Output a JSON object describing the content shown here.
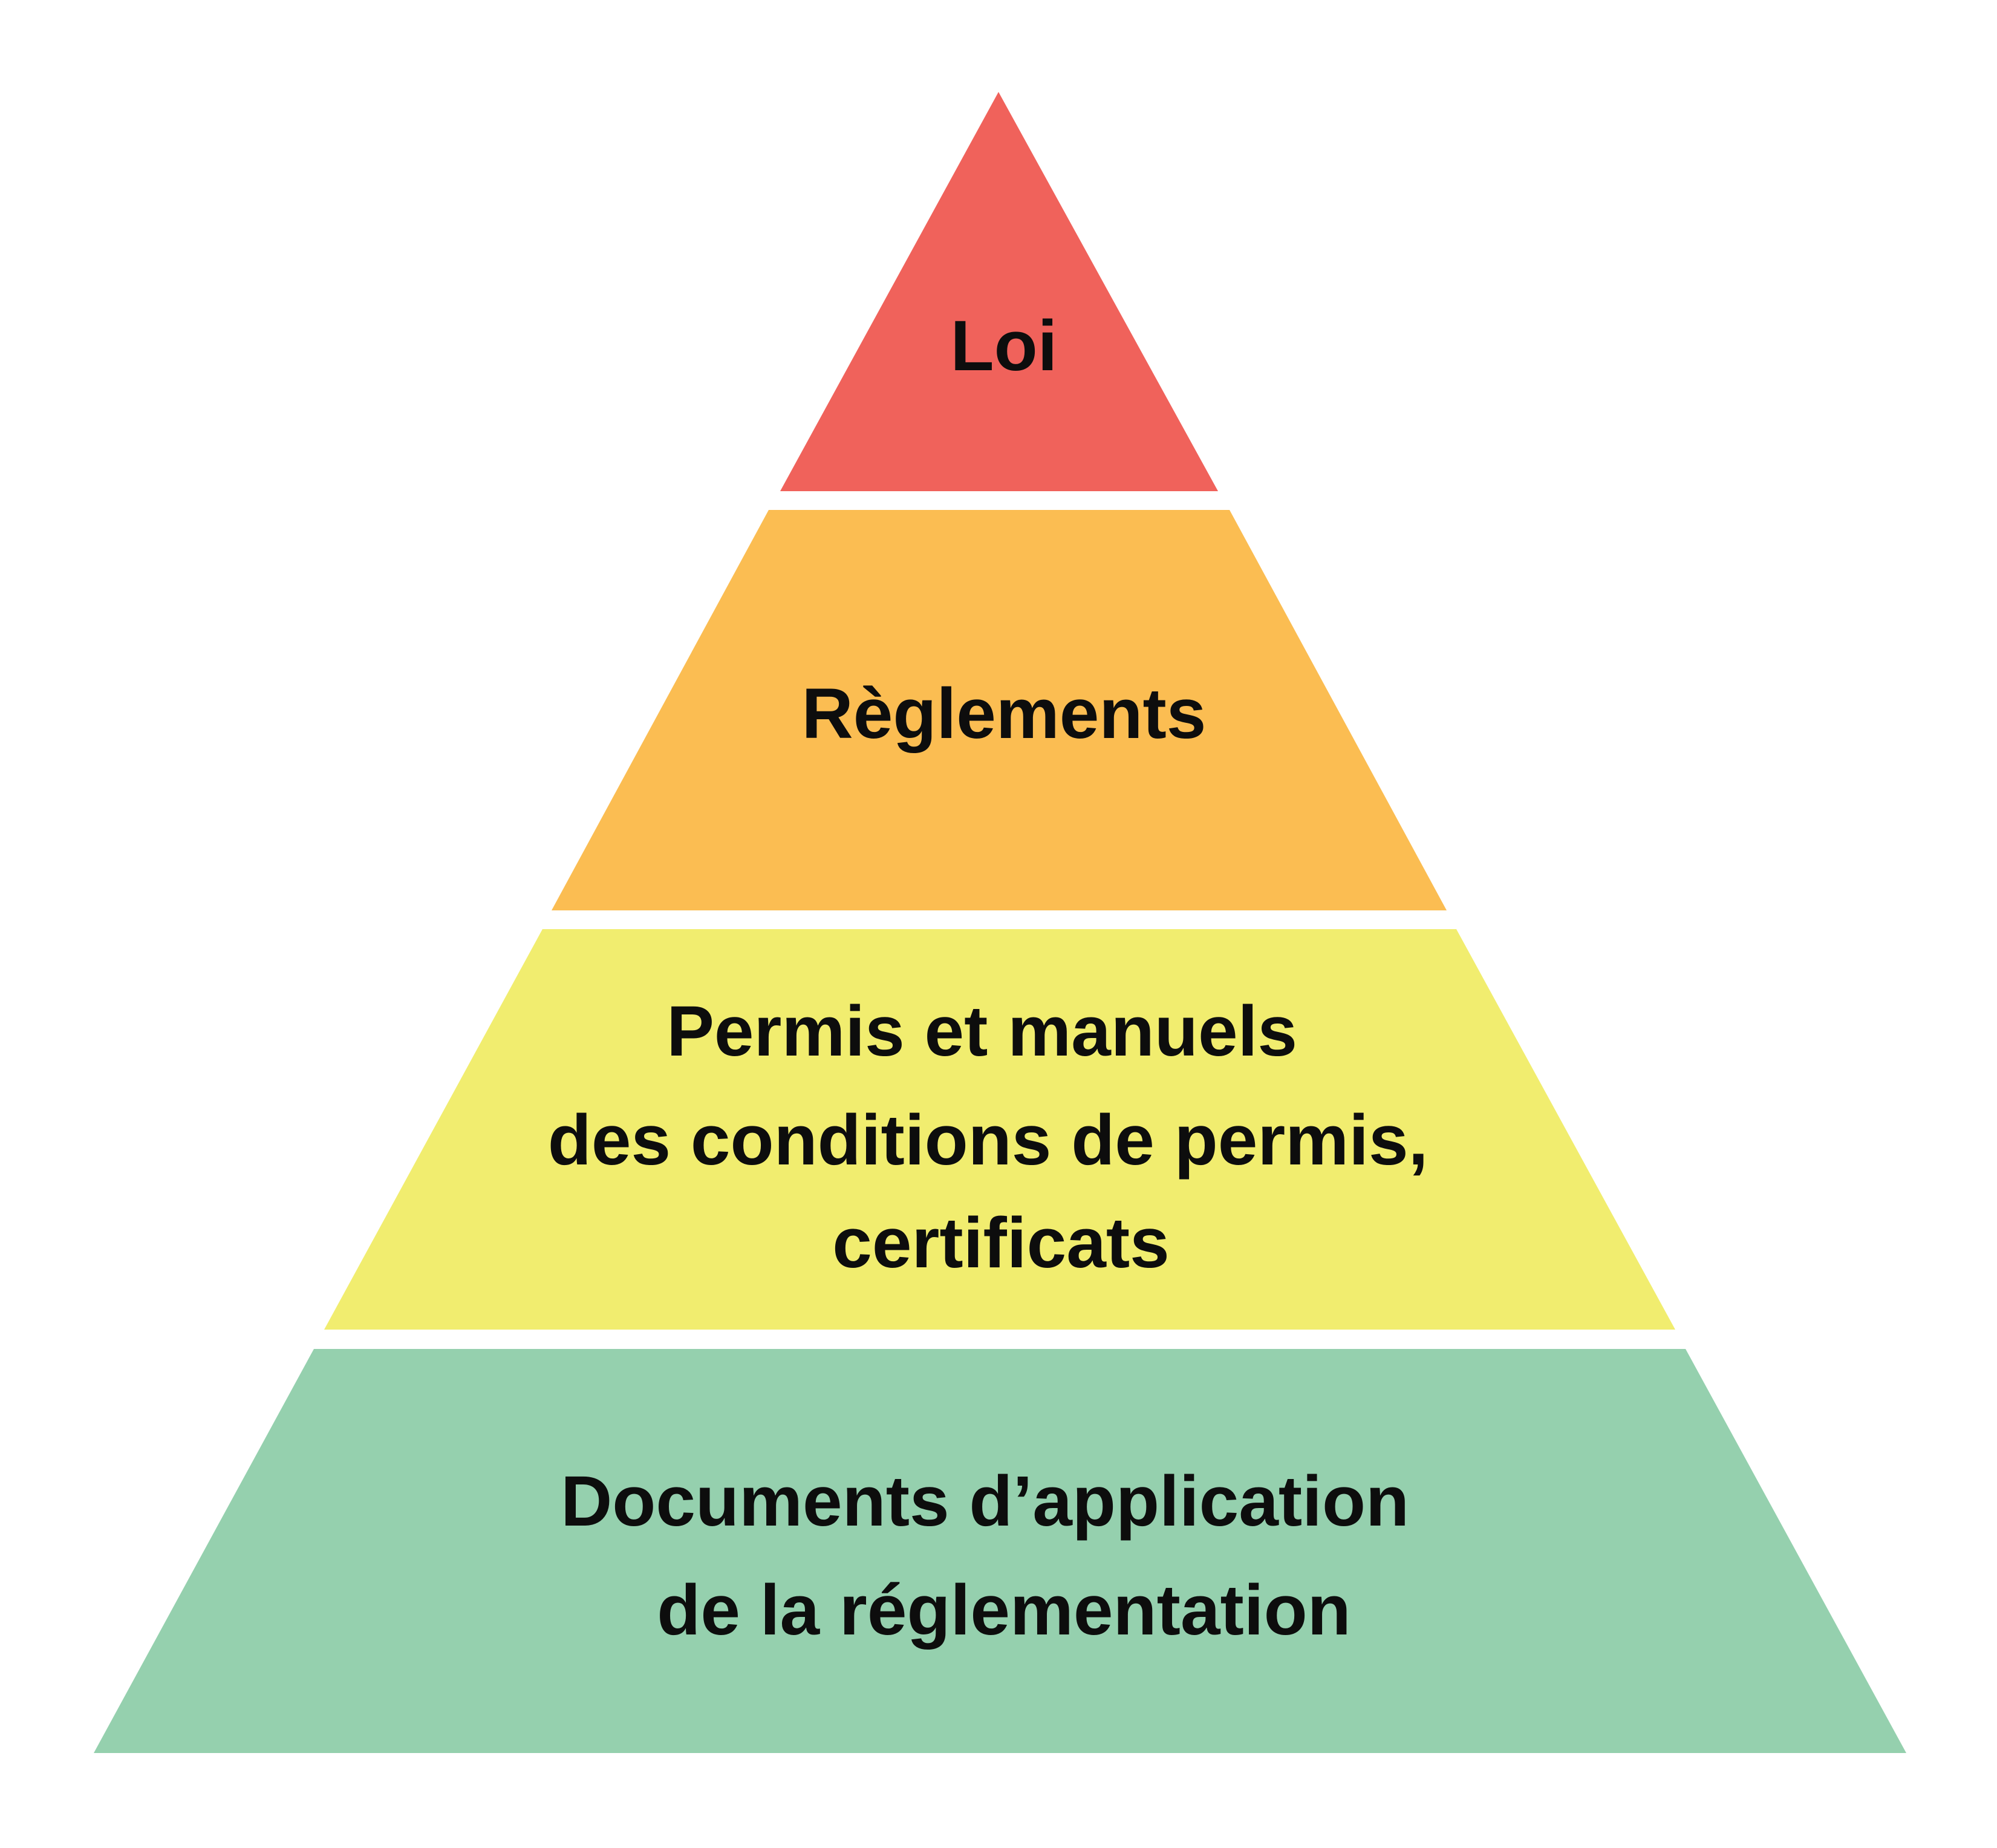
{
  "diagram": {
    "type": "pyramid",
    "tiers": [
      {
        "id": "loi",
        "lines": [
          "Loi"
        ],
        "color": "#F0625B"
      },
      {
        "id": "reglements",
        "lines": [
          "Règlements"
        ],
        "color": "#FBBD52"
      },
      {
        "id": "permis",
        "lines": [
          "Permis et manuels",
          "des conditions de permis,",
          "certificats"
        ],
        "color": "#F1ED6F"
      },
      {
        "id": "documents",
        "lines": [
          "Documents d’application",
          "de la réglementation"
        ],
        "color": "#95D0AE"
      }
    ],
    "background": "#FFFFFF",
    "text_color": "#0D0D0D"
  }
}
